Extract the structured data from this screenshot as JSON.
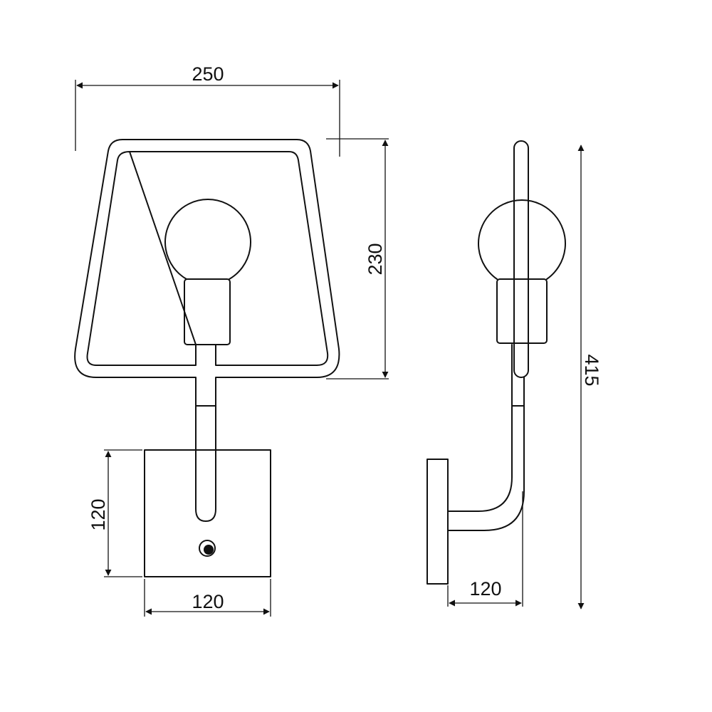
{
  "dimensions": {
    "front_width": "250",
    "front_frame_height": "230",
    "backplate_height": "120",
    "backplate_width": "120",
    "side_projection": "120",
    "overall_height": "415"
  }
}
